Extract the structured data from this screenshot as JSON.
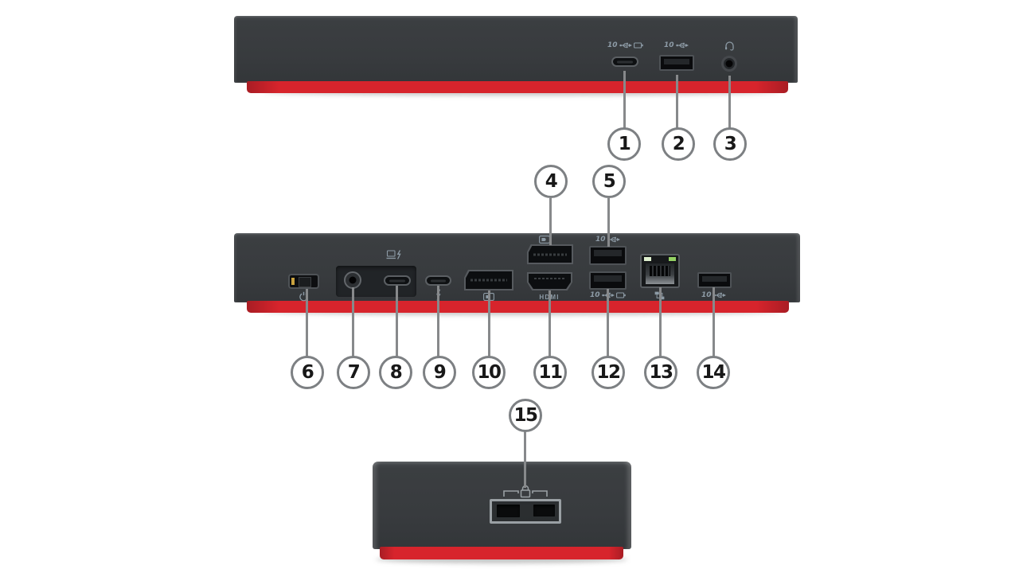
{
  "diagram": {
    "views": [
      {
        "id": "front-view",
        "callout_numbers": [
          "1",
          "2",
          "3"
        ]
      },
      {
        "id": "rear-view",
        "callout_numbers": [
          "4",
          "5",
          "6",
          "7",
          "8",
          "9",
          "10",
          "11",
          "12",
          "13",
          "14"
        ]
      },
      {
        "id": "bottom-view",
        "callout_numbers": [
          "15"
        ]
      }
    ]
  },
  "labels": {
    "usb_speed": "10",
    "hdmi": "HDMI"
  },
  "callouts": {
    "c1": "1",
    "c2": "2",
    "c3": "3",
    "c4": "4",
    "c5": "5",
    "c6": "6",
    "c7": "7",
    "c8": "8",
    "c9": "9",
    "c10": "10",
    "c11": "11",
    "c12": "12",
    "c13": "13",
    "c14": "14",
    "c15": "15"
  },
  "ports": {
    "1": {
      "type": "usb-c-port",
      "badge_icons": [
        "usb-trident-icon",
        "battery-icon"
      ],
      "badge_text": "10"
    },
    "2": {
      "type": "usb-a-port",
      "badge_icons": [
        "usb-trident-icon"
      ],
      "badge_text": "10"
    },
    "3": {
      "type": "headset-jack",
      "badge_icons": [
        "headset-icon"
      ]
    },
    "4": {
      "type": "displayport",
      "badge_icons": [
        "displayport-icon"
      ]
    },
    "5": {
      "type": "usb-a-port",
      "badge_icons": [
        "usb-trident-icon"
      ],
      "badge_text": "10"
    },
    "6": {
      "type": "power-switch",
      "badge_icons": [
        "power-icon"
      ]
    },
    "7": {
      "type": "dc-in-jack",
      "badge_icons": []
    },
    "8": {
      "type": "usb-c-host-port",
      "badge_icons": [
        "laptop-lightning-icon"
      ]
    },
    "9": {
      "type": "usb-c-port",
      "badge_icons": [
        "thunderbolt-icon"
      ]
    },
    "10": {
      "type": "displayport",
      "badge_icons": [
        "displayport-icon"
      ]
    },
    "11": {
      "type": "hdmi-port",
      "badge_text": "HDMI"
    },
    "12": {
      "type": "usb-a-port",
      "badge_icons": [
        "usb-trident-icon",
        "battery-icon"
      ],
      "badge_text": "10"
    },
    "13": {
      "type": "ethernet-port",
      "badge_icons": [
        "network-icon"
      ]
    },
    "14": {
      "type": "usb-a-port",
      "badge_icons": [
        "usb-trident-icon"
      ],
      "badge_text": "10"
    },
    "15": {
      "type": "security-lock-slots",
      "badge_icons": [
        "lock-icon"
      ]
    }
  },
  "colors": {
    "background": "#ffffff",
    "dock_body": "#383b3e",
    "dock_base_red": "#d7242c",
    "port_icon": "#8d9ba6",
    "callout_border": "#7d8083",
    "callout_number": "#181818",
    "callout_line": "#87898b"
  }
}
